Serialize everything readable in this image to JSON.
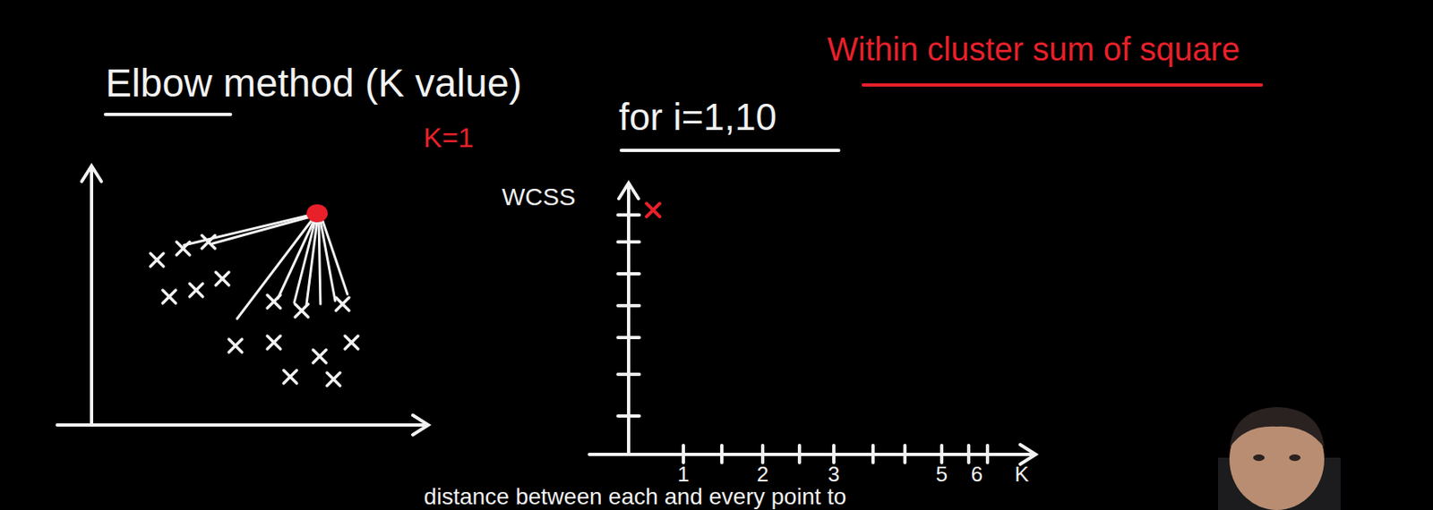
{
  "diagram": {
    "title": "Elbow method (K value)",
    "labels": [
      "K=1",
      "for i=1,10",
      "Within cluster sum of square",
      "WCSS",
      "1",
      "2",
      "3",
      "5",
      "6",
      "K",
      "distance between each and every point to"
    ]
  }
}
